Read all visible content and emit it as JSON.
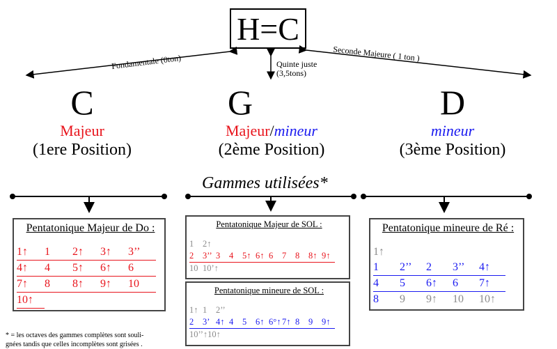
{
  "header": {
    "title": "H=C",
    "left_interval": "Fondamentale (0ton)",
    "right_interval": "Seconde Majeure ( 1 ton )",
    "middle_interval_1": "Quinte juste",
    "middle_interval_2": "(3,5tons)"
  },
  "positions": [
    {
      "note": "C",
      "mode": "Majeur",
      "position": "(1ere Position)"
    },
    {
      "note": "G",
      "mode_major": "Majeur",
      "sep": "/",
      "mode_minor": "mineur",
      "position": "(2ème Position)"
    },
    {
      "note": "D",
      "mode": "mineur",
      "position": "(3ème Position)"
    }
  ],
  "section_title": "Gammes utilisées*",
  "boxes": {
    "do_major": {
      "title": "Pentatonique Majeur de Do :",
      "rows": [
        {
          "u": true,
          "cells": [
            [
              "1↑",
              "red"
            ],
            [
              "1",
              "red"
            ],
            [
              "2↑",
              "red"
            ],
            [
              "3↑",
              "red"
            ],
            [
              "3’’",
              "red"
            ]
          ]
        },
        {
          "u": true,
          "cells": [
            [
              "4↑",
              "red"
            ],
            [
              "4",
              "red"
            ],
            [
              "5↑",
              "red"
            ],
            [
              "6↑",
              "red"
            ],
            [
              "6",
              "red"
            ]
          ]
        },
        {
          "u": true,
          "cells": [
            [
              "7↑",
              "red"
            ],
            [
              "8",
              "red"
            ],
            [
              "8↑",
              "red"
            ],
            [
              "9↑",
              "red"
            ],
            [
              "10",
              "red"
            ]
          ]
        },
        {
          "u": true,
          "cells": [
            [
              "10↑",
              "red"
            ]
          ]
        }
      ]
    },
    "sol_major": {
      "title": "Pentatonique Majeur de SOL :",
      "rows": [
        {
          "u": false,
          "cells": [
            [
              "1",
              "grey"
            ],
            [
              "2↑",
              "grey"
            ]
          ]
        },
        {
          "u": true,
          "cells": [
            [
              "2",
              "red"
            ],
            [
              "3’’",
              "red"
            ],
            [
              "3",
              "red"
            ],
            [
              "4",
              "red"
            ],
            [
              "5↑",
              "red"
            ],
            [
              "6↑",
              "red"
            ],
            [
              "6",
              "red"
            ],
            [
              "7",
              "red"
            ],
            [
              "8",
              "red"
            ],
            [
              "8↑",
              "red"
            ],
            [
              "9↑",
              "red"
            ]
          ]
        },
        {
          "u": false,
          "cells": [
            [
              "10",
              "grey"
            ],
            [
              "10’↑",
              "grey"
            ]
          ]
        }
      ]
    },
    "sol_minor": {
      "title": "Pentatonique mineure de SOL :",
      "rows": [
        {
          "u": false,
          "cells": [
            [
              "1↑",
              "grey"
            ],
            [
              "1",
              "grey"
            ],
            [
              "2’’",
              "grey"
            ]
          ]
        },
        {
          "u": true,
          "cells": [
            [
              "2",
              "blue"
            ],
            [
              "3’",
              "blue"
            ],
            [
              "4↑",
              "blue"
            ],
            [
              "4",
              "blue"
            ],
            [
              "5",
              "blue"
            ],
            [
              "6↑",
              "blue"
            ],
            [
              "6°↑",
              "blue"
            ],
            [
              "7↑",
              "blue"
            ],
            [
              "8",
              "blue"
            ],
            [
              "9",
              "blue"
            ],
            [
              "9↑",
              "blue"
            ]
          ]
        },
        {
          "u": false,
          "cells": [
            [
              "10’’↑",
              "grey"
            ],
            [
              "10↑",
              "grey"
            ]
          ]
        }
      ]
    },
    "re_minor": {
      "title": "Pentatonique mineure de Ré :",
      "rows": [
        {
          "u": false,
          "cells": [
            [
              "1↑",
              "grey"
            ]
          ]
        },
        {
          "u": true,
          "cells": [
            [
              "1",
              "blue"
            ],
            [
              "2’’",
              "blue"
            ],
            [
              "2",
              "blue"
            ],
            [
              "3’’",
              "blue"
            ],
            [
              "4↑",
              "blue"
            ]
          ]
        },
        {
          "u": true,
          "cells": [
            [
              "4",
              "blue"
            ],
            [
              "5",
              "blue"
            ],
            [
              "6↑",
              "blue"
            ],
            [
              "6",
              "blue"
            ],
            [
              "7↑",
              "blue"
            ]
          ]
        },
        {
          "u": false,
          "cells": [
            [
              "8",
              "blue"
            ],
            [
              "9",
              "grey"
            ],
            [
              "9↑",
              "grey"
            ],
            [
              "10",
              "grey"
            ],
            [
              "10↑",
              "grey"
            ]
          ]
        }
      ]
    }
  },
  "footnote_1": "* = les octaves des gammes complètes sont souli-",
  "footnote_2": "gnées tandis que celles incomplètes sont grisées .",
  "colors": {
    "major": "#e8141c",
    "minor": "#1a1af0",
    "incomplete": "#8a8a8a"
  }
}
